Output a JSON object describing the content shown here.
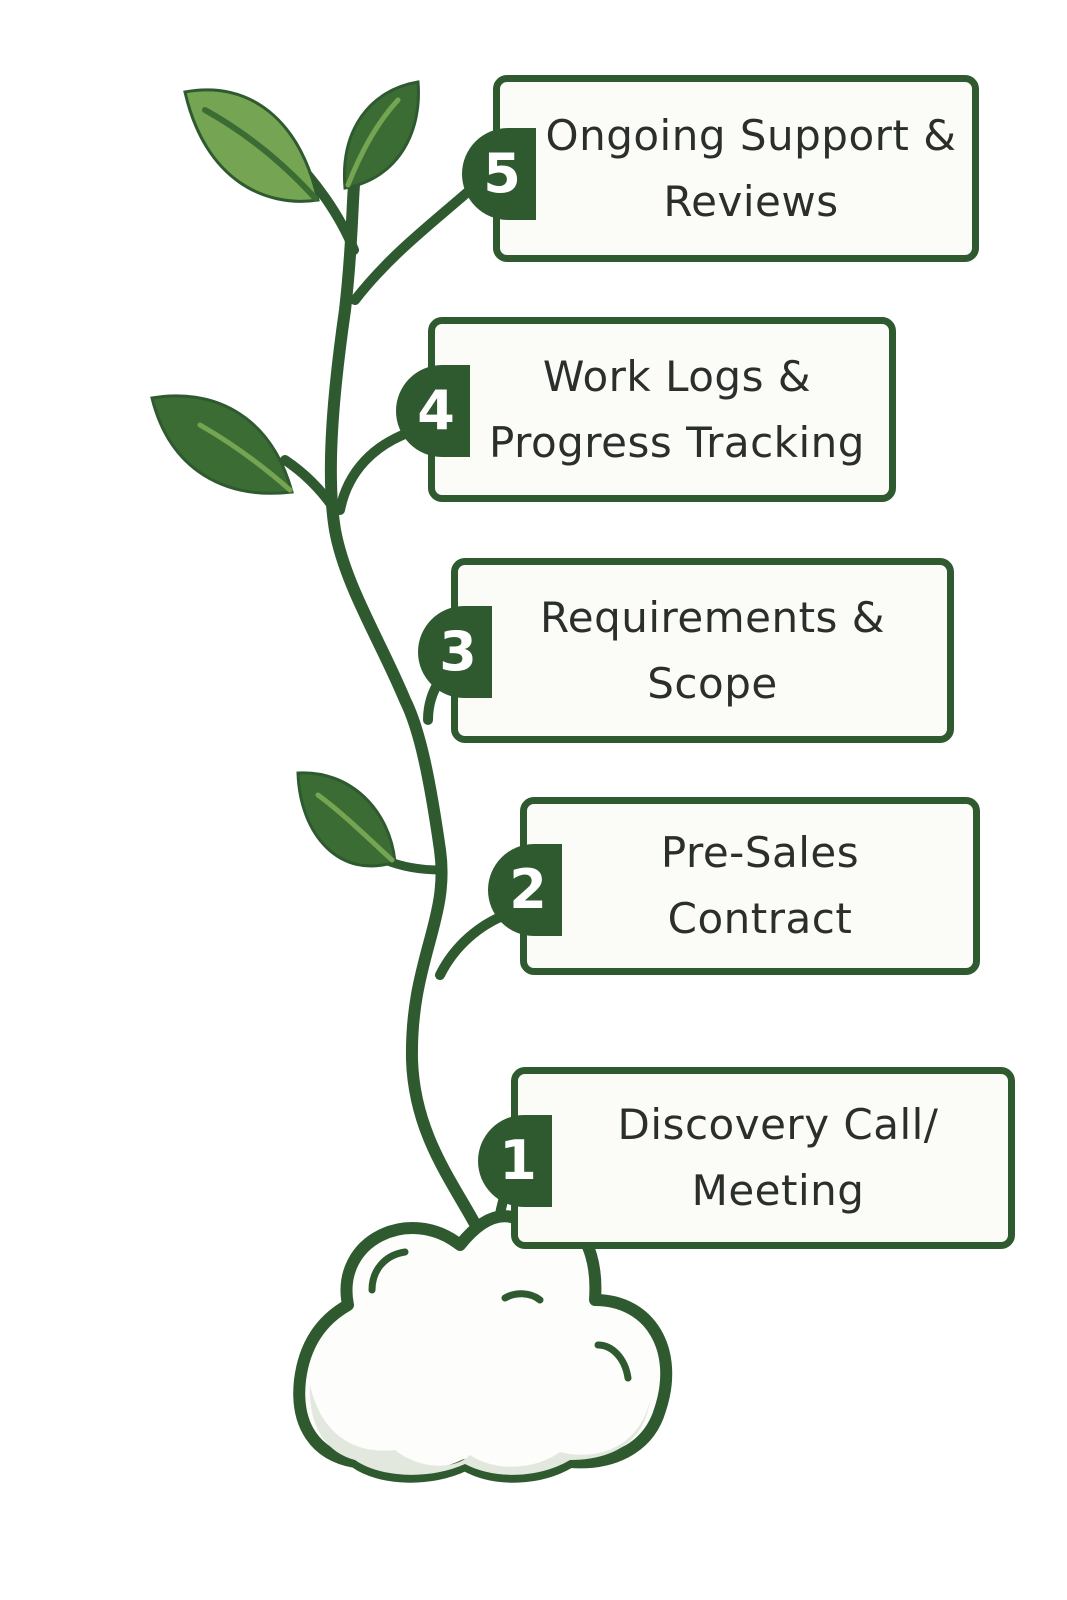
{
  "colors": {
    "vine": "#2f5a30",
    "leaf_light": "#75a552",
    "leaf_dark": "#3b6c33",
    "card_border": "#2f5a30",
    "card_fill": "#fbfbf8",
    "text": "#2b2f2c",
    "cloud_fill": "#fdfdfb",
    "cloud_shade": "#e3e8df"
  },
  "steps": [
    {
      "number": "1",
      "line1": "Discovery Call/",
      "line2": "Meeting"
    },
    {
      "number": "2",
      "line1": "Pre-Sales",
      "line2": "Contract"
    },
    {
      "number": "3",
      "line1": "Requirements &",
      "line2": "Scope"
    },
    {
      "number": "4",
      "line1": "Work Logs &",
      "line2": "Progress Tracking"
    },
    {
      "number": "5",
      "line1": "Ongoing Support &",
      "line2": "Reviews"
    }
  ]
}
